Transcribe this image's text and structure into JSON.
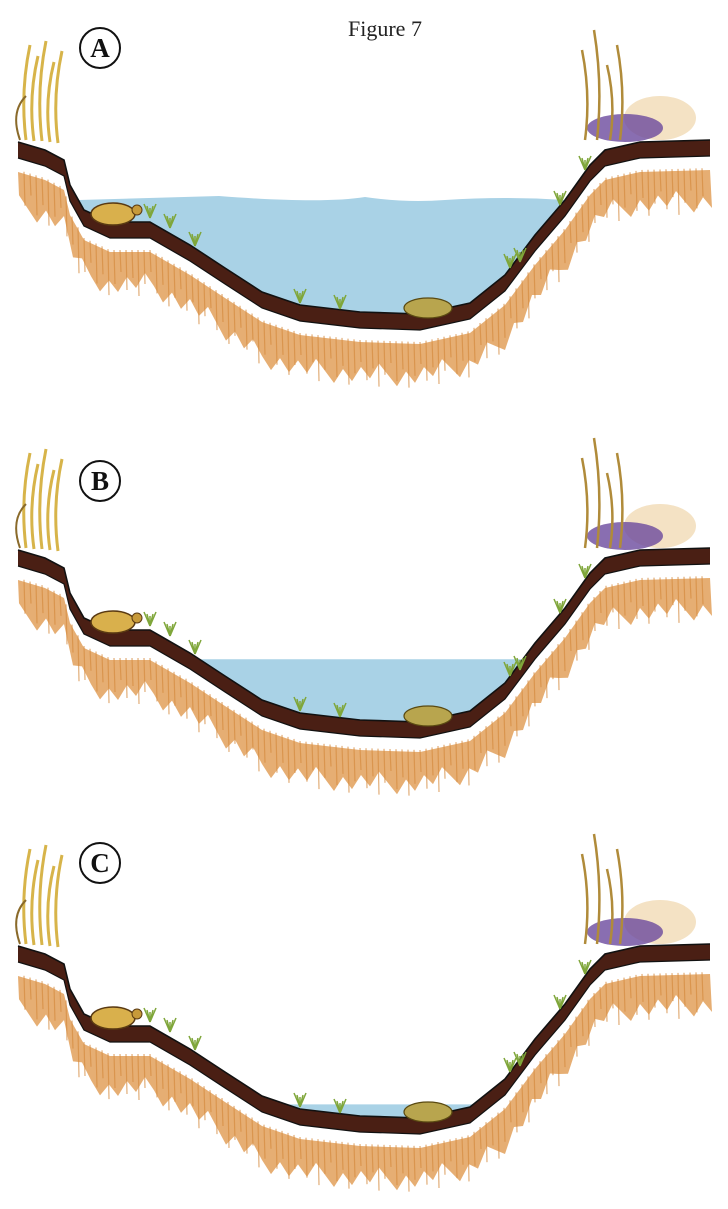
{
  "figure": {
    "title": "Figure 7"
  },
  "panels": [
    {
      "label": "A",
      "water_fill_fraction": 1.0
    },
    {
      "label": "B",
      "water_fill_fraction": 0.55
    },
    {
      "label": "C",
      "water_fill_fraction": 0.12
    }
  ],
  "colors": {
    "water": "#a9d2e6",
    "soil_dark": "#4a1f14",
    "soil_orange": "#e2a05a",
    "grass": "#7fa63a",
    "reeds": "#d7b44a",
    "flowers": "#6b4a9e",
    "turtle_shell": "#d9b04c",
    "rock": "#b8a54e"
  },
  "icons": [
    "turtle-icon",
    "rock-icon",
    "reed-plant-icon",
    "shrub-icon"
  ]
}
